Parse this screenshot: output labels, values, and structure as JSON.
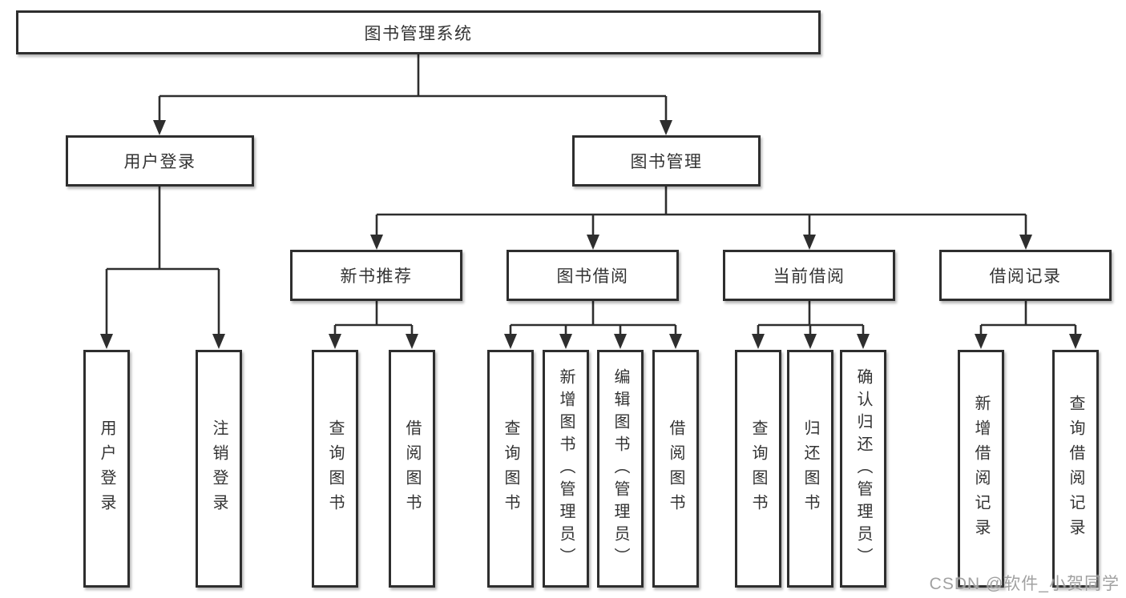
{
  "tree": {
    "root": "图书管理系统",
    "level2": [
      {
        "label": "用户登录"
      },
      {
        "label": "图书管理"
      }
    ],
    "level3": [
      {
        "label": "新书推荐"
      },
      {
        "label": "图书借阅"
      },
      {
        "label": "当前借阅"
      },
      {
        "label": "借阅记录"
      }
    ],
    "leaves": {
      "login": [
        "用户登录",
        "注销登录"
      ],
      "recommend": [
        "查询图书",
        "借阅图书"
      ],
      "borrow": [
        "查询图书",
        "新增图书（管理员）",
        "编辑图书（管理员）",
        "借阅图书"
      ],
      "current": [
        "查询图书",
        "归还图书",
        "确认归还（管理员）"
      ],
      "records": [
        "新增借阅记录",
        "查询借阅记录"
      ]
    }
  },
  "watermark": {
    "text": "CSDN @软件_小贺同学"
  },
  "colors": {
    "line": "#2e2e2e",
    "text": "#333333",
    "box_background": "#ffffff",
    "watermark": "#9d9d9d"
  }
}
